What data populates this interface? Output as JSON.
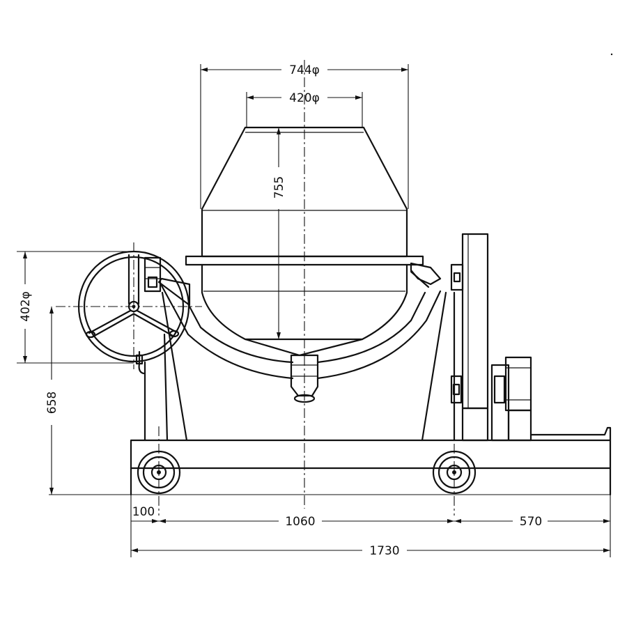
{
  "dimensions": {
    "drum_outer_diameter": "744φ",
    "drum_mouth_diameter": "420φ",
    "drum_height": "755",
    "handwheel_diameter": "402φ",
    "axis_height": "658",
    "left_offset": "100",
    "wheel_base": "1060",
    "rear_overhang": "570",
    "overall_length": "1730"
  }
}
